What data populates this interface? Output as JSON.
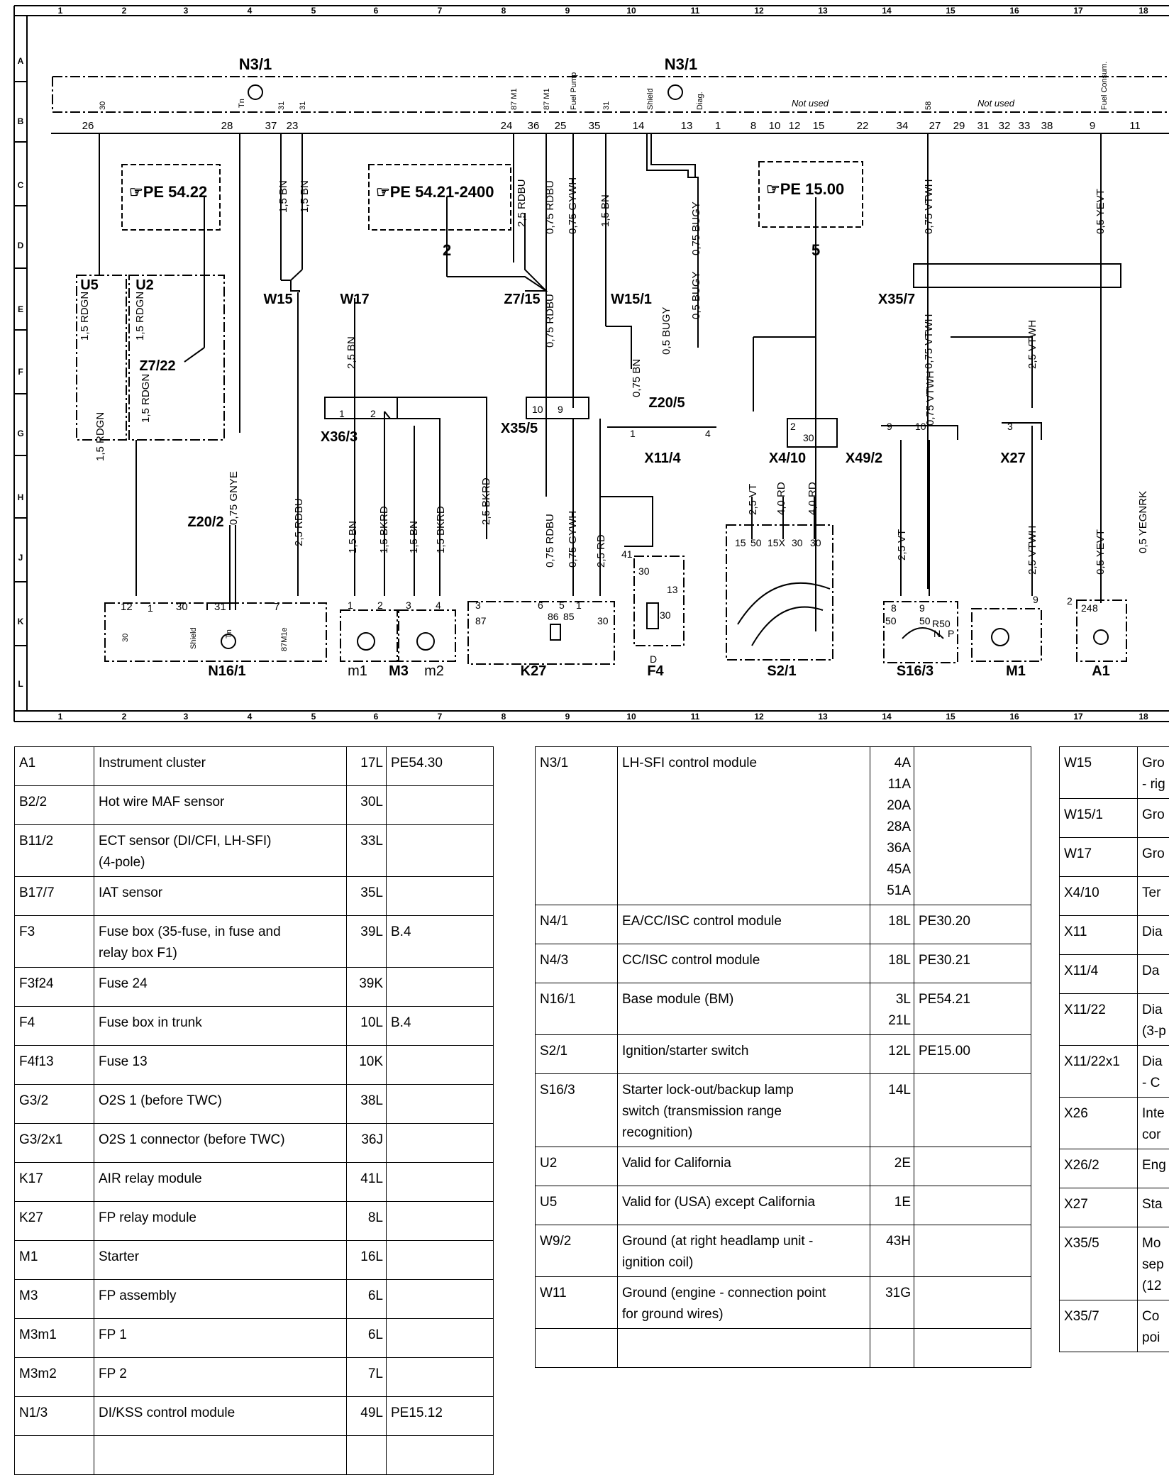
{
  "grid": {
    "columns": [
      "1",
      "2",
      "3",
      "4",
      "5",
      "6",
      "7",
      "8",
      "9",
      "10",
      "11",
      "12",
      "13",
      "14",
      "15",
      "16",
      "17",
      "18"
    ],
    "rows": [
      "A",
      "B",
      "C",
      "D",
      "E",
      "F",
      "G",
      "H",
      "J",
      "K",
      "L"
    ]
  },
  "diagram": {
    "modules": {
      "n3_1_left": "N3/1",
      "n3_1_right": "N3/1"
    },
    "n3_pins": [
      "26",
      "28",
      "37",
      "23",
      "24",
      "36",
      "25",
      "35",
      "14",
      "13",
      "1",
      "8",
      "10",
      "12",
      "15",
      "22",
      "34",
      "27",
      "29",
      "31",
      "32",
      "33",
      "38",
      "9",
      "11"
    ],
    "n3_pin_tags": [
      "30",
      "Tn",
      "31",
      "31",
      "87 M1",
      "87 M1",
      "Fuel Pump",
      "31",
      "Shield",
      "Diag.",
      "58",
      "Fuel Consum."
    ],
    "not_used": [
      "Not used",
      "Not used"
    ],
    "refs": [
      "☞PE 54.22",
      "☞PE 54.21-2400",
      "☞PE 15.00"
    ],
    "ref_arrows": [
      "2",
      "5"
    ],
    "wires": [
      "1,5 RDGN",
      "1,5 RDGN",
      "1,5 RDGN",
      "1,5 RDGN",
      "0,75 GNYE",
      "1,5 BN",
      "1,5 BN",
      "2,5 RDBU",
      "2,5 BN",
      "1,5 BN",
      "1,5 BKRD",
      "1,5 BN",
      "1,5 BKRD",
      "2,5 BKRD",
      "2,5 RDBU",
      "0,75 RDBU",
      "0,75 GYWH",
      "1,5 BN",
      "0,75 RDBU",
      "0,75 RDBU",
      "0,75 GYWH",
      "2,5 RD",
      "0,75 BN",
      "0,5 BUGY",
      "0,75 BUGY",
      "0,5 BUGY",
      "0,75 VTWH",
      "0,75 VTWH",
      "0,75 VTWH",
      "2,5 VTWH",
      "2,5 VTWH",
      "2,5 VT",
      "4,0 RD",
      "4,0 RD",
      "2,5 VT",
      "0,5 YEVT",
      "0,5 YEVT",
      "0,5 YEGNRK"
    ],
    "components": [
      "U5",
      "U2",
      "Z7/22",
      "W15",
      "W17",
      "Z7/15",
      "W15/1",
      "X35/7",
      "X36/3",
      "X35/5",
      "Z20/5",
      "X11/4",
      "X4/10",
      "X49/2",
      "X27",
      "Z20/2",
      "N16/1",
      "m1",
      "M3",
      "m2",
      "K27",
      "F4",
      "S2/1",
      "S16/3",
      "M1",
      "A1"
    ],
    "n16_pins": [
      "12",
      "30",
      "31",
      "7"
    ],
    "n16_tags": [
      "30",
      "Shield",
      "Tn",
      "87M1e"
    ],
    "pin_nums": [
      "1",
      "2",
      "1",
      "2",
      "3",
      "4",
      "3",
      "6",
      "5",
      "1",
      "87",
      "86",
      "85",
      "30",
      "41",
      "30",
      "13",
      "30",
      "D",
      "10",
      "9",
      "1",
      "4",
      "2",
      "30",
      "9",
      "10",
      "3",
      "8",
      "9",
      "50",
      "15",
      "50",
      "15X",
      "30",
      "30",
      "24",
      "2",
      "8",
      "1",
      "9",
      "50",
      "R50",
      "N",
      "P"
    ]
  },
  "legend": {
    "table1": [
      {
        "code": "A1",
        "desc": [
          "Instrument cluster"
        ],
        "loc": [
          "17L"
        ],
        "ref": "PE54.30"
      },
      {
        "code": "B2/2",
        "desc": [
          "Hot wire MAF sensor"
        ],
        "loc": [
          "30L"
        ],
        "ref": ""
      },
      {
        "code": "B11/2",
        "desc": [
          "ECT sensor (DI/CFI, LH-SFI)",
          "(4-pole)"
        ],
        "loc": [
          "33L"
        ],
        "ref": ""
      },
      {
        "code": "B17/7",
        "desc": [
          "IAT sensor"
        ],
        "loc": [
          "35L"
        ],
        "ref": ""
      },
      {
        "code": "F3",
        "desc": [
          "Fuse box (35-fuse, in fuse and",
          "relay box F1)"
        ],
        "loc": [
          "39L"
        ],
        "ref": "B.4"
      },
      {
        "code": "F3f24",
        "desc": [
          "Fuse 24"
        ],
        "loc": [
          "39K"
        ],
        "ref": ""
      },
      {
        "code": "F4",
        "desc": [
          "Fuse box in trunk"
        ],
        "loc": [
          "10L"
        ],
        "ref": "B.4"
      },
      {
        "code": "F4f13",
        "desc": [
          "Fuse 13"
        ],
        "loc": [
          "10K"
        ],
        "ref": ""
      },
      {
        "code": "G3/2",
        "desc": [
          "O2S 1 (before TWC)"
        ],
        "loc": [
          "38L"
        ],
        "ref": ""
      },
      {
        "code": "G3/2x1",
        "desc": [
          "O2S 1 connector (before TWC)"
        ],
        "loc": [
          "36J"
        ],
        "ref": ""
      },
      {
        "code": "K17",
        "desc": [
          "AIR relay module"
        ],
        "loc": [
          "41L"
        ],
        "ref": ""
      },
      {
        "code": "K27",
        "desc": [
          "FP relay module"
        ],
        "loc": [
          "8L"
        ],
        "ref": ""
      },
      {
        "code": "M1",
        "desc": [
          "Starter"
        ],
        "loc": [
          "16L"
        ],
        "ref": ""
      },
      {
        "code": "M3",
        "desc": [
          "FP assembly"
        ],
        "loc": [
          "6L"
        ],
        "ref": ""
      },
      {
        "code": "M3m1",
        "desc": [
          "FP 1"
        ],
        "loc": [
          "6L"
        ],
        "ref": ""
      },
      {
        "code": "M3m2",
        "desc": [
          "FP 2"
        ],
        "loc": [
          "7L"
        ],
        "ref": ""
      },
      {
        "code": "N1/3",
        "desc": [
          "DI/KSS control module"
        ],
        "loc": [
          "49L"
        ],
        "ref": "PE15.12"
      },
      {
        "code": "",
        "desc": [
          ""
        ],
        "loc": [
          ""
        ],
        "ref": ""
      }
    ],
    "table2": [
      {
        "code": "N3/1",
        "desc": [
          "LH-SFI control module"
        ],
        "loc": [
          "4A",
          "11A",
          "20A",
          "28A",
          "36A",
          "45A",
          "51A"
        ],
        "ref": ""
      },
      {
        "code": "N4/1",
        "desc": [
          "EA/CC/ISC control module"
        ],
        "loc": [
          "18L"
        ],
        "ref": "PE30.20"
      },
      {
        "code": "N4/3",
        "desc": [
          "CC/ISC control module"
        ],
        "loc": [
          "18L"
        ],
        "ref": "PE30.21"
      },
      {
        "code": "N16/1",
        "desc": [
          "Base module (BM)"
        ],
        "loc": [
          "3L",
          "21L"
        ],
        "ref": "PE54.21"
      },
      {
        "code": "S2/1",
        "desc": [
          "Ignition/starter switch"
        ],
        "loc": [
          "12L"
        ],
        "ref": "PE15.00"
      },
      {
        "code": "S16/3",
        "desc": [
          "Starter lock-out/backup lamp",
          "switch (transmission range",
          "recognition)"
        ],
        "loc": [
          "14L"
        ],
        "ref": ""
      },
      {
        "code": "U2",
        "desc": [
          "Valid for California"
        ],
        "loc": [
          "2E"
        ],
        "ref": ""
      },
      {
        "code": "U5",
        "desc": [
          "Valid for (USA) except California"
        ],
        "loc": [
          "1E"
        ],
        "ref": ""
      },
      {
        "code": "W9/2",
        "desc": [
          "Ground (at right headlamp unit -",
          "ignition coil)"
        ],
        "loc": [
          "43H"
        ],
        "ref": ""
      },
      {
        "code": "W11",
        "desc": [
          "Ground (engine - connection point",
          "for ground wires)"
        ],
        "loc": [
          "31G"
        ],
        "ref": ""
      },
      {
        "code": "",
        "desc": [
          ""
        ],
        "loc": [
          ""
        ],
        "ref": ""
      }
    ],
    "table3": [
      {
        "code": "W15",
        "desc": [
          "Gro",
          "- rig"
        ]
      },
      {
        "code": "W15/1",
        "desc": [
          "Gro"
        ]
      },
      {
        "code": "W17",
        "desc": [
          "Gro"
        ]
      },
      {
        "code": "X4/10",
        "desc": [
          "Ter"
        ]
      },
      {
        "code": "X11",
        "desc": [
          "Dia"
        ]
      },
      {
        "code": "X11/4",
        "desc": [
          "Da"
        ]
      },
      {
        "code": "X11/22",
        "desc": [
          "Dia",
          "(3-p"
        ]
      },
      {
        "code": "X11/22x1",
        "desc": [
          "Dia",
          "- C"
        ]
      },
      {
        "code": "X26",
        "desc": [
          "Inte",
          "cor"
        ]
      },
      {
        "code": "X26/2",
        "desc": [
          "Eng"
        ]
      },
      {
        "code": "X27",
        "desc": [
          "Sta"
        ]
      },
      {
        "code": "X35/5",
        "desc": [
          "Mo",
          "sep",
          "(12"
        ]
      },
      {
        "code": "X35/7",
        "desc": [
          "Co",
          "poi"
        ]
      }
    ]
  }
}
